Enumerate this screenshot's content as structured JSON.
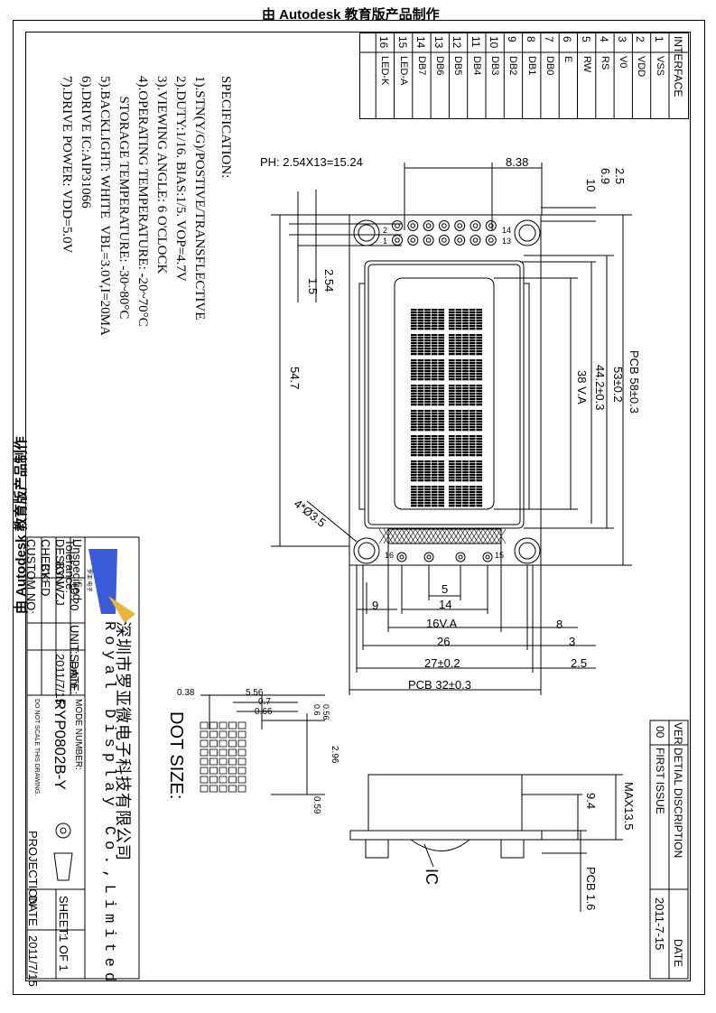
{
  "watermark": {
    "text": "由 Autodesk 教育版产品制作"
  },
  "interface": {
    "header": "INTERFACE",
    "pins": [
      {
        "num": "1",
        "name": "VSS"
      },
      {
        "num": "2",
        "name": "VDD"
      },
      {
        "num": "3",
        "name": "V0"
      },
      {
        "num": "4",
        "name": "RS"
      },
      {
        "num": "5",
        "name": "RW"
      },
      {
        "num": "6",
        "name": "E"
      },
      {
        "num": "7",
        "name": "DB0"
      },
      {
        "num": "8",
        "name": "DB1"
      },
      {
        "num": "9",
        "name": "DB2"
      },
      {
        "num": "10",
        "name": "DB3"
      },
      {
        "num": "11",
        "name": "DB4"
      },
      {
        "num": "12",
        "name": "DB5"
      },
      {
        "num": "13",
        "name": "DB6"
      },
      {
        "num": "14",
        "name": "DB7"
      },
      {
        "num": "15",
        "name": "LED-A"
      },
      {
        "num": "16",
        "name": "LED-K"
      }
    ]
  },
  "specification": {
    "title": "SPECIFICATION:",
    "lines": [
      "1).STN(Y/G)/POSTIVE/TRANSFLECTIVE",
      "2).DUTY:1/16. BIAS:1/5. VOP=4.7V",
      "3).VIEWING ANGLE: 6 O'CLOCK",
      "4).OPERATING TEMPERATURE: -20~70°C",
      "      STORAGE TEMPERATURE: -30~80°C",
      "5).BACKLIGHT: WHITE  VBL=3.0V,I=20MA",
      "6).DRIVE IC:AIP31066",
      "7).DRIVE POWER: VDD=5.0V"
    ]
  },
  "dimensions": {
    "pitch": "PH: 2.54X13=15.24",
    "d838": "8.38",
    "d25": "2.5",
    "d69": "6.9",
    "d10": "10",
    "d254": "2.54",
    "d15": "1.5",
    "d547": "54.7",
    "pcb58": "PCB 58±0.3",
    "d53": "53±0.2",
    "d442": "44.2±0.3",
    "va38": "38 V.A",
    "holes": "4*Ø3.5",
    "d9": "9",
    "d5": "5",
    "d14": "14",
    "va16": "16V.A",
    "d8": "8",
    "d26": "26",
    "d3": "3",
    "d27": "27±0.2",
    "d25b": "2.5",
    "pcb32": "PCB 32±0.3",
    "pin1": "1",
    "pin2": "2",
    "pin13": "13",
    "pin14": "14",
    "pin16": "16",
    "pin15": "15"
  },
  "dot": {
    "title": "DOT SIZE:",
    "d038": "0.38",
    "d556": "5.56",
    "d07": "0.7",
    "d066": "0.66",
    "d056": "0.56",
    "d06": "0.6",
    "d296": "2.96",
    "d059": "0.59"
  },
  "side": {
    "max": "MAX13.5",
    "d94": "9.4",
    "ic": "IC",
    "pcb16": "PCB 1.6"
  },
  "revision": {
    "ver_label": "VER",
    "desc_label": "DETIAL DISCRIPTION",
    "date_label": "DATE",
    "ver": "00",
    "desc": "FIRST ISSUE",
    "date": "2011-7-15"
  },
  "title_block": {
    "company_cn": "深圳市罗亚微电子科技有限公司",
    "company_en": "Royal Display Co.,Limited",
    "logo_small": "罗亚 电子",
    "unspecified": "Unspecified",
    "tolerance": "Tolerance:",
    "tol_value": "±0.20",
    "unit": "UNIT:S=mm",
    "design": "DESIGN",
    "by": "BY:",
    "designer": "WZJ",
    "date_lbl": "DATE:",
    "date_val": "2011/7/15",
    "checked": "CHECKED",
    "checked_by": "BY:",
    "custom": "CUSTOM NO:",
    "mode_label": "MODE NUMBER:",
    "model": "RYP0802B-Y",
    "noscale": "DO NOT SCALE THIS DRAWING.",
    "projection": "PROJECTION",
    "sheet_lbl": "SHEET:",
    "sheet_val": "1 OF 1",
    "date2_lbl": "DATE",
    "date2_val": "2011/7/15"
  },
  "colors": {
    "ink": "#000000",
    "logo_blue": "#3b5bd8",
    "logo_yellow": "#e8b43a"
  }
}
